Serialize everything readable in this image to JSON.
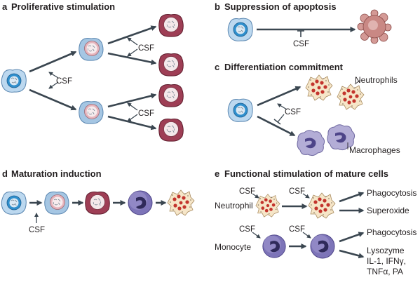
{
  "panels": {
    "a": {
      "letter": "a",
      "title": "Proliferative stimulation",
      "csf_labels": [
        "CSF",
        "CSF",
        "CSF"
      ]
    },
    "b": {
      "letter": "b",
      "title": "Suppression of apoptosis",
      "csf_label": "CSF"
    },
    "c": {
      "letter": "c",
      "title": "Differentiation commitment",
      "csf_label": "CSF",
      "neutrophils_label": "Neutrophils",
      "macrophages_label": "Macrophages"
    },
    "d": {
      "letter": "d",
      "title": "Maturation induction",
      "csf_label": "CSF"
    },
    "e": {
      "letter": "e",
      "title": "Functional stimulation of mature cells",
      "neutrophil_label": "Neutrophil",
      "monocyte_label": "Monocyte",
      "csf_labels": [
        "CSF",
        "CSF",
        "CSF",
        "CSF"
      ],
      "neutrophil_outputs": [
        "Phagocytosis",
        "Superoxide"
      ],
      "monocyte_outputs": [
        "Phagocytosis",
        "Lysozyme",
        "IL-1, IFNγ,",
        "TNFα, PA"
      ]
    }
  },
  "colors": {
    "arrow": "#3a4650",
    "stem_outer": "#bcd8ef",
    "stem_nucleus": "#2f8fcd",
    "progenitor_outer": "#a5c6e3",
    "progenitor_nucleus": "#f1dadd",
    "committed_outer": "#9e3e55",
    "monocyte": "#7d74b8",
    "macrophage": "#b3add6",
    "granule": "#c3342d"
  }
}
